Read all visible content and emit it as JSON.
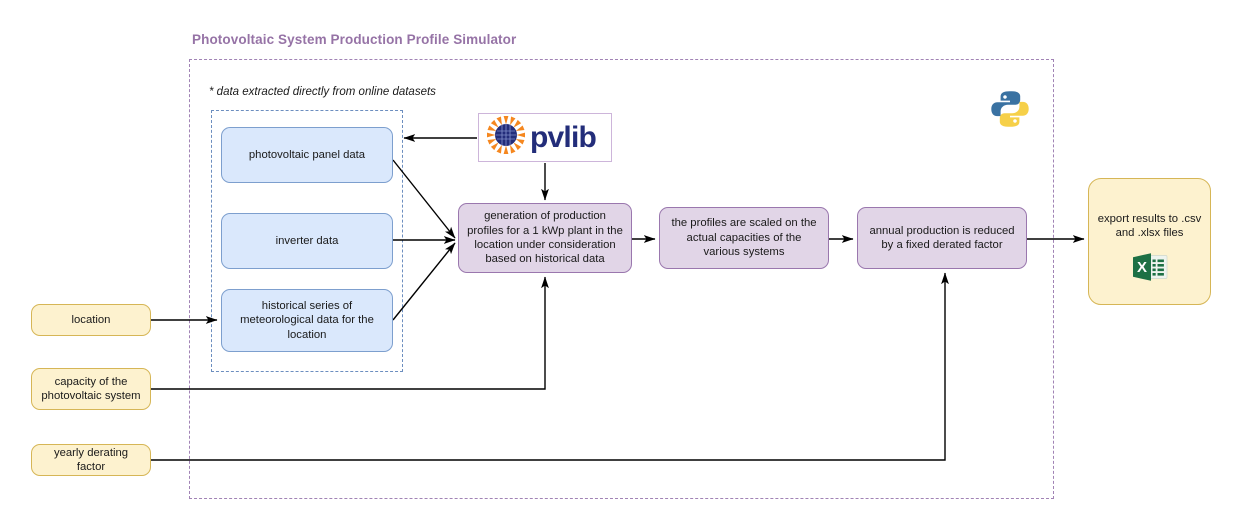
{
  "title": "Photovoltaic System Production Profile Simulator",
  "note": "* data extracted directly from online datasets",
  "colors": {
    "title_purple": "#9673a6",
    "boundary_purple": "#a183b5",
    "boundary_blue": "#6c8ebf",
    "node_blue_fill": "#dae8fc",
    "node_blue_stroke": "#7d9fce",
    "node_purple_fill": "#e1d5e7",
    "node_purple_stroke": "#9a77ae",
    "node_yellow_fill": "#fdf2cf",
    "node_yellow_stroke": "#d6b656",
    "pvlib_blue": "#232d7a",
    "pvlib_orange": "#f5871f",
    "excel_green": "#1d7044",
    "python_blue": "#3a72a2",
    "python_yellow": "#f6d049",
    "edge_black": "#000000"
  },
  "nodes": {
    "panel_data": "photovoltaic panel data",
    "inverter_data": "inverter data",
    "meteo_data": "historical series of meteorological data for the location",
    "generation": "generation of production profiles for a 1 kWp plant in the location under consideration based on historical data",
    "scaling": "the profiles are scaled on the actual capacities of the various systems",
    "derating": "annual production is reduced by a fixed derated factor",
    "location": "location",
    "capacity": "capacity of the photovoltaic system",
    "derating_factor": "yearly derating factor",
    "export": "export results to .csv and .xlsx files"
  },
  "logos": {
    "pvlib_wordmark": "pvlib",
    "pvlib_icon_name": "sun-solar-panel-icon",
    "python_icon_name": "python-logo-icon",
    "excel_icon_name": "excel-file-icon",
    "excel_letter": "X"
  },
  "edges": [
    {
      "from": "pvlib",
      "to": "panel_data"
    },
    {
      "from": "pvlib",
      "to": "generation"
    },
    {
      "from": "panel_data",
      "to": "generation"
    },
    {
      "from": "inverter_data",
      "to": "generation"
    },
    {
      "from": "meteo_data",
      "to": "generation"
    },
    {
      "from": "location",
      "to": "meteo_data"
    },
    {
      "from": "capacity",
      "to": "generation"
    },
    {
      "from": "generation",
      "to": "scaling"
    },
    {
      "from": "scaling",
      "to": "derating"
    },
    {
      "from": "derating_factor",
      "to": "derating"
    },
    {
      "from": "derating",
      "to": "export"
    }
  ]
}
